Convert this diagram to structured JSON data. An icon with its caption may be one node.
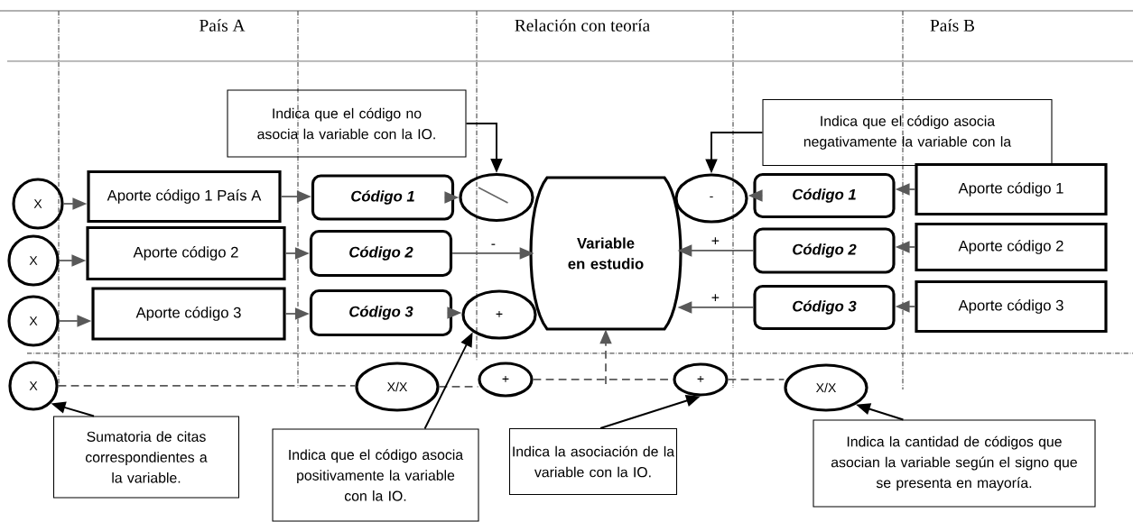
{
  "diagram": {
    "nodes": [
      {
        "text": [
          "X"
        ]
      },
      {
        "text": [
          "Aporte código 1 País A"
        ]
      },
      {
        "text": [
          "Código 1"
        ]
      },
      {
        "text": [],
        "shape": "ellipse"
      },
      {
        "text": [
          "Variable en estudio"
        ]
      },
      {
        "text": [
          "-"
        ]
      },
      {
        "text": [
          "Código 1"
        ]
      },
      {
        "text": [
          "Aporte código 1"
        ]
      },
      {
        "text": [
          "X"
        ]
      },
      {
        "text": [
          "Aporte código 2"
        ]
      },
      {
        "text": [
          "Código 2"
        ]
      },
      {
        "text": [
          "Código 2"
        ]
      },
      {
        "text": [
          "Aporte código 2"
        ]
      },
      {
        "text": [
          "X"
        ]
      },
      {
        "text": [
          "Aporte código 3"
        ]
      },
      {
        "text": [
          "Código 3"
        ]
      },
      {
        "text": [
          "+"
        ]
      },
      {
        "text": [
          "Código 3"
        ]
      },
      {
        "text": [
          "Aporte código 3"
        ]
      },
      {
        "text": [
          "X"
        ]
      },
      {
        "text": [
          "X/X"
        ]
      },
      {
        "text": [
          "+"
        ]
      },
      {
        "text": [
          "+"
        ]
      },
      {
        "text": [
          "X/X"
        ]
      },
      {
        "text": [
          "Indica que el código no asocia la variable con la IO."
        ]
      },
      {
        "text": [
          "Indica que el código asocia negativamente la variable con la"
        ]
      },
      {
        "text": [
          "Sumatoria de citas correspondientes a la variable."
        ]
      },
      {
        "text": [
          "Indica que el código asocia positivamente la variable con la IO."
        ]
      },
      {
        "text": [
          "Indica la asociación de la variable con la IO."
        ]
      },
      {
        "text": [
          "Indica la cantidad de códigos que asocian la variable según el signo que se presenta en mayoría."
        ]
      }
    ],
    "edges": [
      {
        "from": 0,
        "to": 1,
        "arrow": "to"
      },
      {
        "from": 1,
        "to": 2,
        "arrow": "to"
      },
      {
        "from": 2,
        "to": 3,
        "arrow": "to"
      },
      {
        "from": 7,
        "to": 6,
        "arrow": "to"
      },
      {
        "from": 6,
        "to": 5,
        "arrow": "to"
      },
      {
        "from": 8,
        "to": 9,
        "arrow": "to"
      },
      {
        "from": 9,
        "to": 10,
        "arrow": "to"
      },
      {
        "from": 10,
        "to": 4,
        "arrow": "to",
        "label": "-"
      },
      {
        "from": 12,
        "to": 11,
        "arrow": "to"
      },
      {
        "from": 11,
        "to": 4,
        "arrow": "to",
        "label": "+"
      },
      {
        "from": 13,
        "to": 14,
        "arrow": "to"
      },
      {
        "from": 14,
        "to": 15,
        "arrow": "to"
      },
      {
        "from": 15,
        "to": 16,
        "arrow": "to"
      },
      {
        "from": 18,
        "to": 17,
        "arrow": "to"
      },
      {
        "from": 17,
        "to": 4,
        "arrow": "to",
        "label": "+"
      },
      {
        "from": 19,
        "to": 20,
        "arrow": "none",
        "style": "dashed"
      },
      {
        "from": 20,
        "to": 21,
        "arrow": "none",
        "style": "dashed"
      },
      {
        "from": 21,
        "to": 22,
        "arrow": "none",
        "style": "dashed"
      },
      {
        "from": 22,
        "to": 23,
        "arrow": "none",
        "style": "dashed"
      },
      {
        "from": null,
        "to": 4,
        "arrow": "to",
        "style": "dashed"
      },
      {
        "from": 24,
        "to": 3,
        "arrow": "to",
        "color": "#000000"
      },
      {
        "from": 25,
        "to": 5,
        "arrow": "to",
        "color": "#000000"
      },
      {
        "from": 26,
        "to": 19,
        "arrow": "to",
        "color": "#000000"
      },
      {
        "from": 27,
        "to": 16,
        "arrow": "to",
        "color": "#000000"
      },
      {
        "from": 28,
        "to": 22,
        "arrow": "to",
        "color": "#000000"
      },
      {
        "from": 29,
        "to": 23,
        "arrow": "to",
        "color": "#000000"
      }
    ],
    "labels": [
      "País A",
      "Relación con teoría",
      "País B"
    ]
  }
}
